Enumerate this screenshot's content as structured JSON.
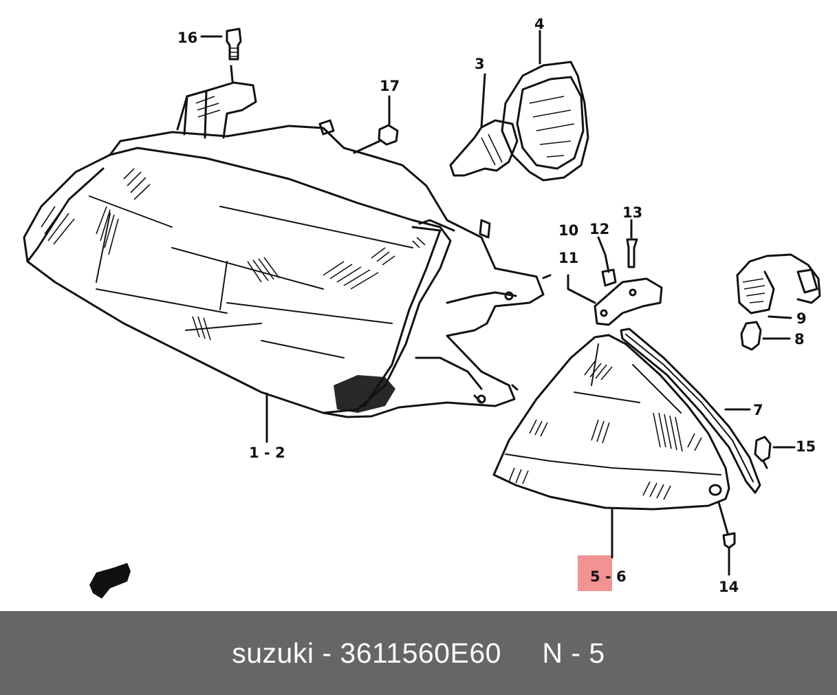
{
  "diagram": {
    "labels": {
      "l16": "16",
      "l17": "17",
      "l3": "3",
      "l4": "4",
      "l10": "10",
      "l11": "11",
      "l12": "12",
      "l13": "13",
      "l9": "9",
      "l8": "8",
      "l7": "7",
      "l15": "15",
      "l12b": "1 - 2",
      "l56": "5 - 6",
      "l14": "14"
    },
    "highlight_color": "#f08080"
  },
  "footer": {
    "text": "suzuki - 3611560E60     N - 5"
  }
}
